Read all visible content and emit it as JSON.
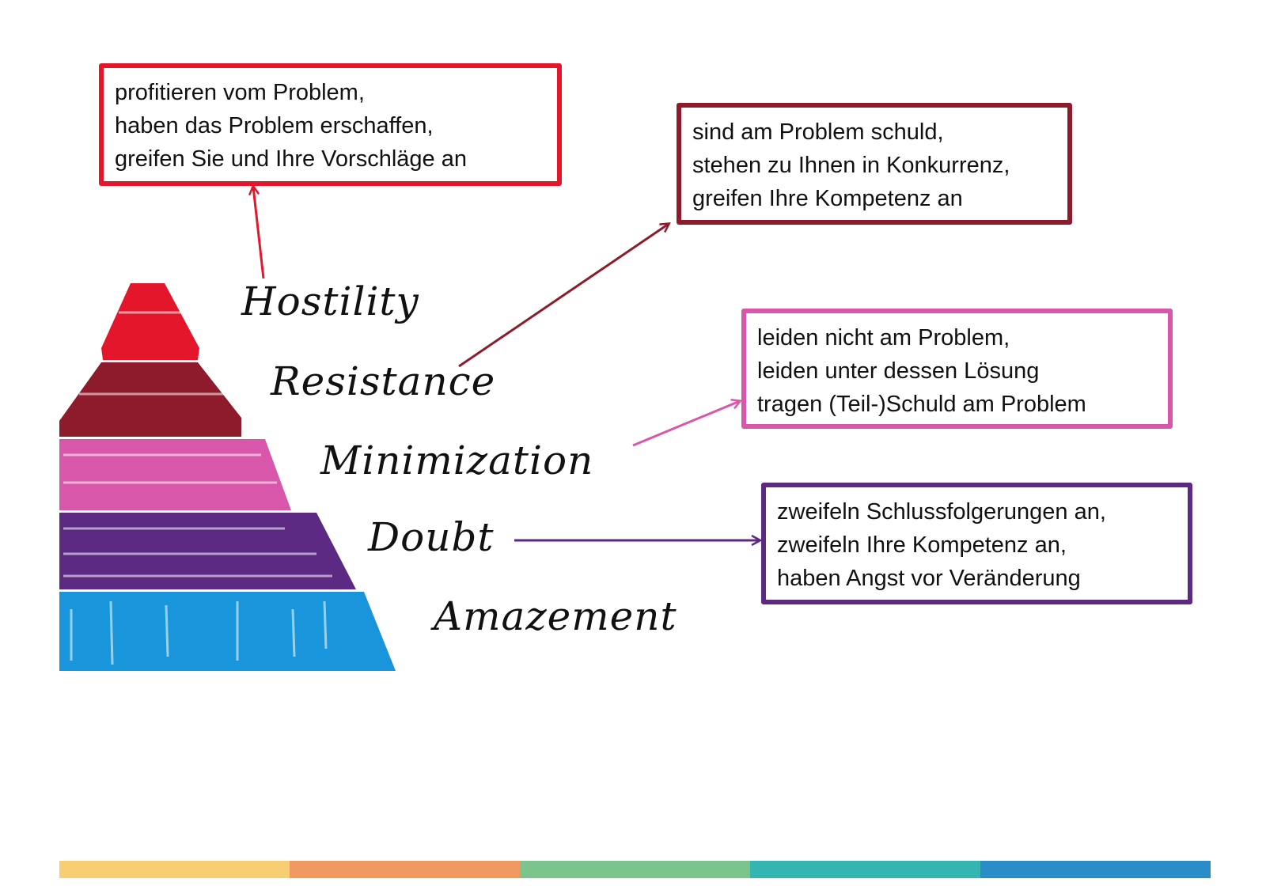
{
  "colors": {
    "hostility": "#e3162b",
    "resistance": "#8e1b2b",
    "minimization": "#d957ab",
    "doubt": "#5c2a82",
    "amazement": "#1996db",
    "footer": [
      "#f7cf72",
      "#f09a61",
      "#7cc48e",
      "#34b5b1",
      "#2a8cc9"
    ]
  },
  "levels": [
    {
      "key": "hostility",
      "label": "Hostility"
    },
    {
      "key": "resistance",
      "label": "Resistance"
    },
    {
      "key": "minimization",
      "label": "Minimization"
    },
    {
      "key": "doubt",
      "label": "Doubt"
    },
    {
      "key": "amazement",
      "label": "Amazement"
    }
  ],
  "callouts": {
    "hostility": {
      "lines": [
        "profitieren vom Problem,",
        "haben das Problem erschaffen,",
        "greifen Sie und Ihre Vorschläge an"
      ]
    },
    "resistance": {
      "lines": [
        "sind am Problem schuld,",
        "stehen zu Ihnen in Konkurrenz,",
        "greifen Ihre Kompetenz an"
      ]
    },
    "minimization": {
      "lines": [
        "leiden nicht am Problem,",
        "leiden unter dessen Lösung",
        "tragen (Teil-)Schuld am Problem"
      ]
    },
    "doubt": {
      "lines": [
        "zweifeln Schlussfolgerungen an,",
        "zweifeln Ihre Kompetenz an,",
        "haben Angst vor Veränderung"
      ]
    }
  }
}
